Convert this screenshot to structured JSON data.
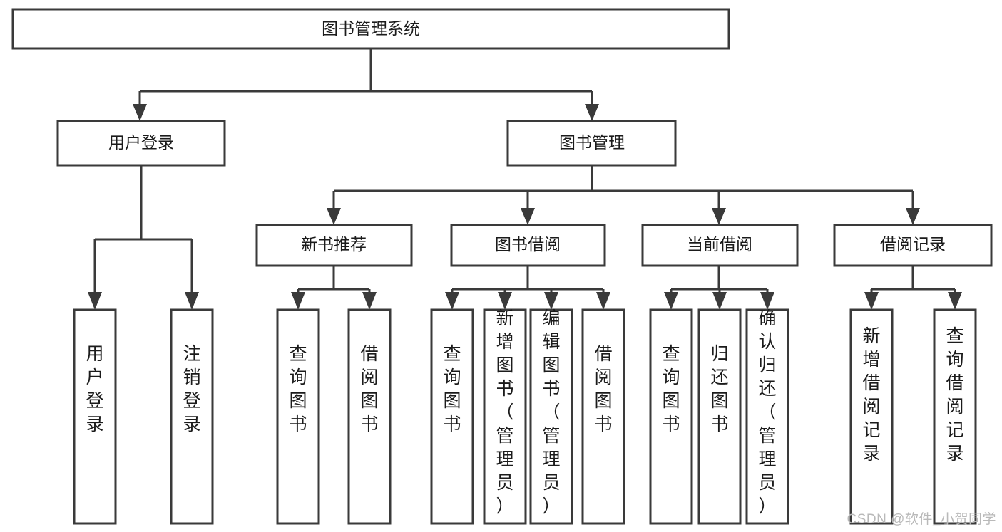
{
  "diagram": {
    "type": "tree",
    "title": "图书管理系统",
    "orientation": "top-down",
    "watermark": "CSDN @软件_小贺同学",
    "colors": {
      "box_fill": "#ffffff",
      "box_stroke": "#3a3a3a",
      "text": "#1b1b1b",
      "watermark": "#b9b9b9",
      "background": "#ffffff"
    },
    "root": {
      "label": "图书管理系统"
    },
    "level2": [
      {
        "label": "用户登录"
      },
      {
        "label": "图书管理"
      }
    ],
    "level3": [
      {
        "label": "新书推荐"
      },
      {
        "label": "图书借阅"
      },
      {
        "label": "当前借阅"
      },
      {
        "label": "借阅记录"
      }
    ],
    "leaves": {
      "user_login": [
        {
          "label": "用户登录"
        },
        {
          "label": "注销登录"
        }
      ],
      "new_book_recommend": [
        {
          "label": "查询图书"
        },
        {
          "label": "借阅图书"
        }
      ],
      "book_borrow": [
        {
          "label": "查询图书"
        },
        {
          "label": "新增图书（管理员）"
        },
        {
          "label": "编辑图书（管理员）"
        },
        {
          "label": "借阅图书"
        }
      ],
      "current_borrow": [
        {
          "label": "查询图书"
        },
        {
          "label": "归还图书"
        },
        {
          "label": "确认归还（管理员）"
        }
      ],
      "borrow_record": [
        {
          "label": "新增借阅记录"
        },
        {
          "label": "查询借阅记录"
        }
      ]
    }
  }
}
